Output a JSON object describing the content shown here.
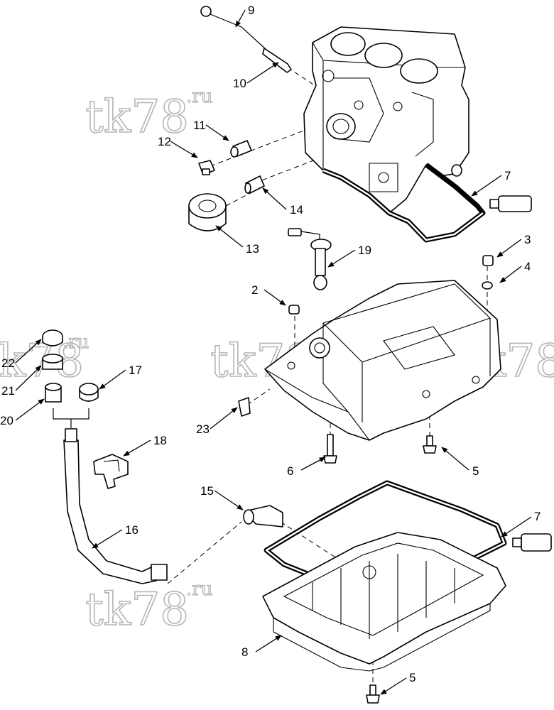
{
  "watermark": {
    "main": "tk78",
    "suffix": ".ru"
  },
  "callouts": [
    {
      "num": "9",
      "name": "dipstick"
    },
    {
      "num": "10",
      "name": "dipstick-tube"
    },
    {
      "num": "11",
      "name": "adapter"
    },
    {
      "num": "12",
      "name": "pressure-switch"
    },
    {
      "num": "13",
      "name": "oil-filter"
    },
    {
      "num": "14",
      "name": "filter-nipple"
    },
    {
      "num": "7",
      "name": "sealant-upper"
    },
    {
      "num": "19",
      "name": "level-sensor"
    },
    {
      "num": "3",
      "name": "plug"
    },
    {
      "num": "4",
      "name": "o-ring"
    },
    {
      "num": "2",
      "name": "plug-pan"
    },
    {
      "num": "22",
      "name": "cap-top"
    },
    {
      "num": "21",
      "name": "fitting"
    },
    {
      "num": "20",
      "name": "nut"
    },
    {
      "num": "17",
      "name": "cap"
    },
    {
      "num": "23",
      "name": "elbow-fitting"
    },
    {
      "num": "6",
      "name": "long-bolt"
    },
    {
      "num": "5",
      "name": "bolt-mid"
    },
    {
      "num": "18",
      "name": "clip"
    },
    {
      "num": "15",
      "name": "elbow-hose"
    },
    {
      "num": "7",
      "name": "sealant-lower"
    },
    {
      "num": "16",
      "name": "drain-hose"
    },
    {
      "num": "8",
      "name": "oil-pan"
    },
    {
      "num": "5",
      "name": "bolt-bottom"
    }
  ]
}
